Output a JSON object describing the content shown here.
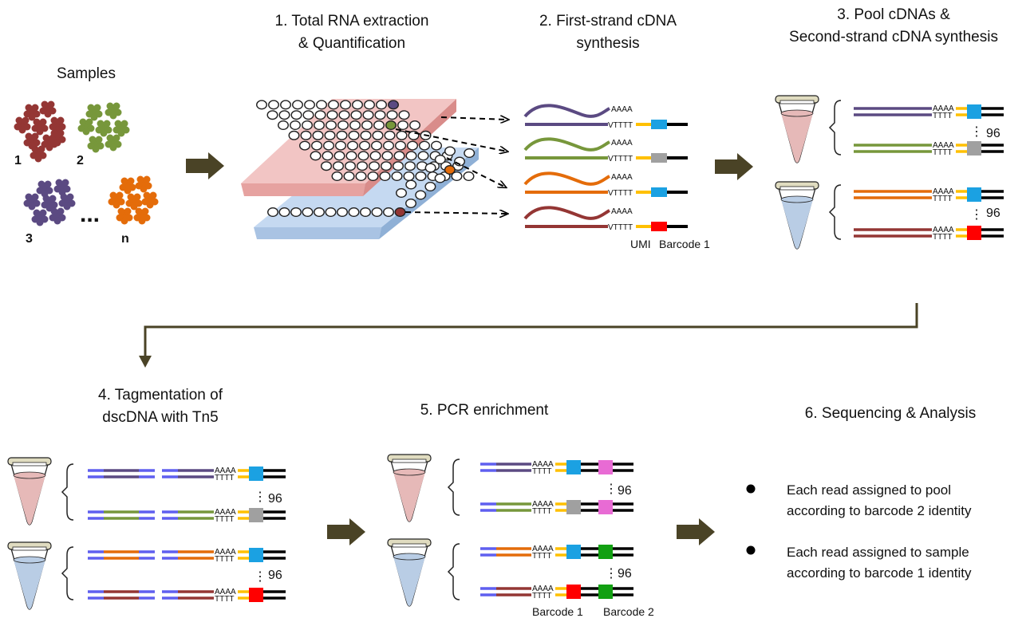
{
  "steps": {
    "s1": {
      "line1": "1. Total RNA extraction",
      "line2": "& Quantification"
    },
    "s2": {
      "line1": "2. First-strand cDNA",
      "line2": "synthesis"
    },
    "s3": {
      "line1": "3. Pool cDNAs &",
      "line2": "Second-strand cDNA synthesis"
    },
    "s4": {
      "line1": "4. Tagmentation of",
      "line2": "dscDNA with Tn5"
    },
    "s5": {
      "line1": "5. PCR enrichment"
    },
    "s6": {
      "line1": "6. Sequencing & Analysis"
    }
  },
  "samples": {
    "title": "Samples",
    "labels": [
      "1",
      "2",
      "3",
      "n"
    ],
    "ellipsis": "..."
  },
  "seq": {
    "polyA": "AAAA",
    "polyT": "TTTT",
    "vpolyT": "VTTTT",
    "count": "96",
    "vdots": "⋮"
  },
  "legend": {
    "umi": "UMI",
    "barcode1": "Barcode 1",
    "barcode2": "Barcode 2"
  },
  "analysis": {
    "bullet1": {
      "line1": "Each read assigned to pool",
      "line2": "according to barcode 2 identity"
    },
    "bullet2": {
      "line1": "Each read assigned to sample",
      "line2": "according to barcode 1 identity"
    }
  },
  "colors": {
    "purple": "#5b4a82",
    "green": "#77973b",
    "orange": "#e46c0a",
    "red": "#943634",
    "cyan": "#1ba1e2",
    "gray": "#a0a0a0",
    "barRed": "#ff0000",
    "yellow": "#ffc000",
    "pink": "#e86bd4",
    "barGreen": "#12a012",
    "blue": "#5f5fef",
    "arrow": "#4a4326",
    "tubePink": "#e6b9b8",
    "tubeBlue": "#b9cde5"
  }
}
